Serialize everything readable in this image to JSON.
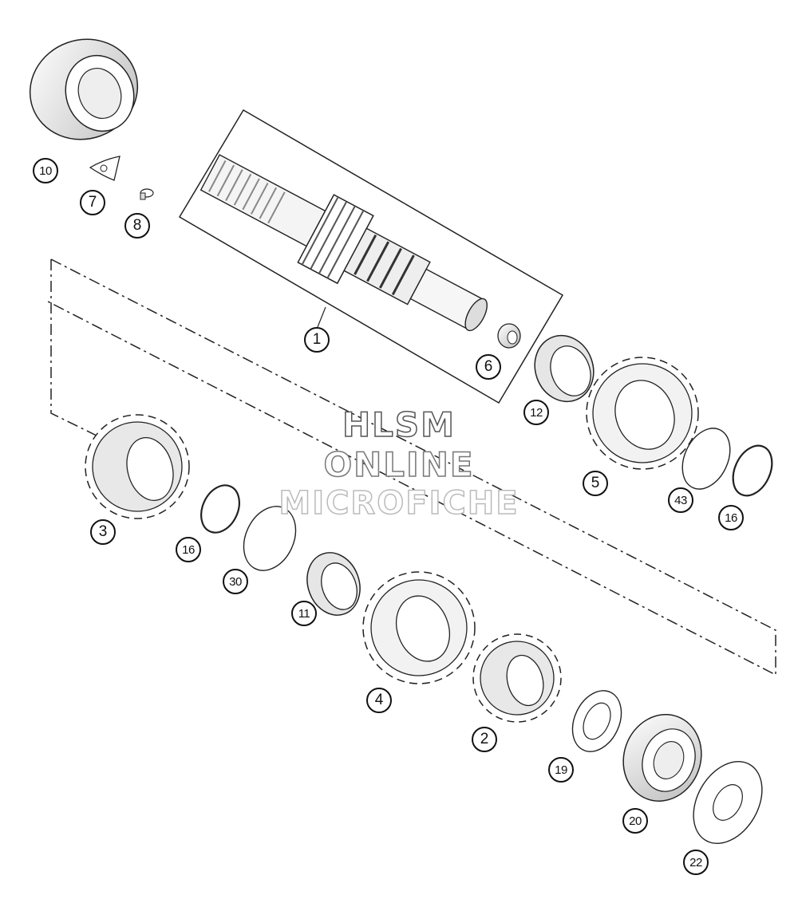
{
  "watermark": {
    "line1": "HLSM",
    "line2": "ONLINE",
    "line3": "MICROFICHE"
  },
  "callouts": [
    {
      "id": "c1",
      "label": "1"
    },
    {
      "id": "c2",
      "label": "2"
    },
    {
      "id": "c3",
      "label": "3"
    },
    {
      "id": "c4",
      "label": "4"
    },
    {
      "id": "c5",
      "label": "5"
    },
    {
      "id": "c6",
      "label": "6"
    },
    {
      "id": "c7",
      "label": "7"
    },
    {
      "id": "c8",
      "label": "8"
    },
    {
      "id": "c10",
      "label": "10"
    },
    {
      "id": "c11",
      "label": "11"
    },
    {
      "id": "c12",
      "label": "12"
    },
    {
      "id": "c16a",
      "label": "16"
    },
    {
      "id": "c16b",
      "label": "16"
    },
    {
      "id": "c19",
      "label": "19"
    },
    {
      "id": "c20",
      "label": "20"
    },
    {
      "id": "c22",
      "label": "22"
    },
    {
      "id": "c30",
      "label": "30"
    },
    {
      "id": "c43",
      "label": "43"
    }
  ],
  "colors": {
    "line": "#222222",
    "fill": "#ffffff",
    "shade": "#cfcfcf",
    "dark": "#555555"
  }
}
